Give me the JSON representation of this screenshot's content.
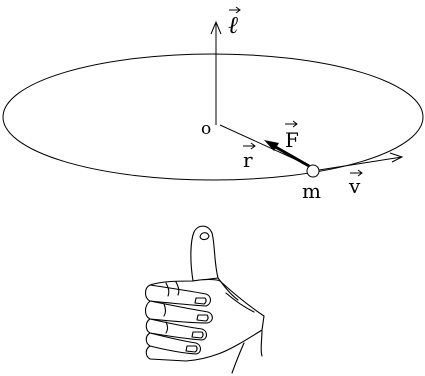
{
  "labels": {
    "angular_momentum": "ℓ",
    "force": "F",
    "radius": "r",
    "velocity": "v",
    "mass": "m",
    "origin": "o"
  },
  "colors": {
    "ink": "#000000",
    "background": "#ffffff",
    "skin": "#ffffff"
  },
  "icons": {
    "hand": "thumbs-up-right-hand-icon",
    "vector_arrow": "vector-arrow-icon"
  }
}
